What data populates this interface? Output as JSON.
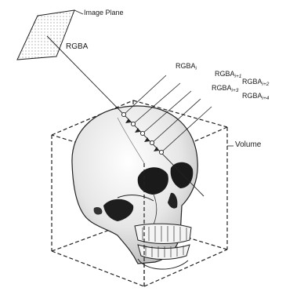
{
  "labels": {
    "image_plane": "Image Plane",
    "rgba": "RGBA",
    "volume": "Volume",
    "samples": [
      {
        "base": "RGBA",
        "sub": "i"
      },
      {
        "base": "RGBA",
        "sub": "i+1"
      },
      {
        "base": "RGBA",
        "sub": "i+2"
      },
      {
        "base": "RGBA",
        "sub": "i+3"
      },
      {
        "base": "RGBA",
        "sub": "i+4"
      }
    ]
  }
}
